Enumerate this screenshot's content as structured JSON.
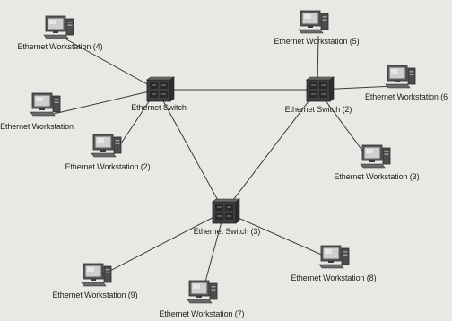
{
  "diagram": {
    "nodes": [
      {
        "id": "sw1",
        "kind": "switch",
        "label": "Ethernet Switch"
      },
      {
        "id": "sw2",
        "kind": "switch",
        "label": "Ethernet Switch (2)"
      },
      {
        "id": "sw3",
        "kind": "switch",
        "label": "Ethernet Switch (3)"
      },
      {
        "id": "ws4",
        "kind": "workstation",
        "label": "Ethernet Workstation (4)"
      },
      {
        "id": "ws1",
        "kind": "workstation",
        "label": "Ethernet Workstation"
      },
      {
        "id": "ws2",
        "kind": "workstation",
        "label": "Ethernet Workstation (2)"
      },
      {
        "id": "ws5",
        "kind": "workstation",
        "label": "Ethernet Workstation (5)"
      },
      {
        "id": "ws6",
        "kind": "workstation",
        "label": "Ethernet Workstation (6"
      },
      {
        "id": "ws3",
        "kind": "workstation",
        "label": "Ethernet Workstation (3)"
      },
      {
        "id": "ws9",
        "kind": "workstation",
        "label": "Ethernet Workstation (9)"
      },
      {
        "id": "ws7",
        "kind": "workstation",
        "label": "Ethernet Workstation (7)"
      },
      {
        "id": "ws8",
        "kind": "workstation",
        "label": "Ethernet Workstation (8)"
      }
    ],
    "links": [
      [
        "sw1",
        "sw2"
      ],
      [
        "sw1",
        "sw3"
      ],
      [
        "sw2",
        "sw3"
      ],
      [
        "sw1",
        "ws4"
      ],
      [
        "sw1",
        "ws1"
      ],
      [
        "sw1",
        "ws2"
      ],
      [
        "sw2",
        "ws5"
      ],
      [
        "sw2",
        "ws6"
      ],
      [
        "sw2",
        "ws3"
      ],
      [
        "sw3",
        "ws9"
      ],
      [
        "sw3",
        "ws7"
      ],
      [
        "sw3",
        "ws8"
      ]
    ],
    "colors": {
      "background": "#e9e8e4",
      "line": "#3a3a3a",
      "device_body": "#4a4a4a",
      "screen": "#c9c9c9",
      "switch_body": "#3d3d3d",
      "text": "#1e1e1e"
    }
  }
}
